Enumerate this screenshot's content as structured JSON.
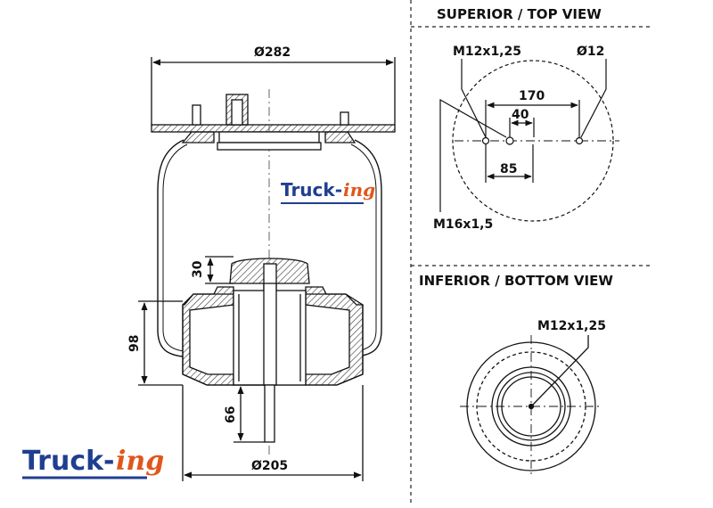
{
  "views": {
    "top_title": "SUPERIOR / TOP VIEW",
    "bottom_title": "INFERIOR / BOTTOM VIEW"
  },
  "side_view": {
    "top_plate_diameter": "Ø282",
    "piston_diameter": "Ø205",
    "overall_piston_height": "98",
    "bumper_height": "30",
    "stud_length": "66"
  },
  "top_view": {
    "thread_left": "M12x1,25",
    "hole_right": "Ø12",
    "center_thread": "M16x1,5",
    "dim_outer_spacing": "170",
    "dim_inner_spacing": "40",
    "dim_half_spacing": "85"
  },
  "bottom_view": {
    "thread": "M12x1,25"
  },
  "brand": {
    "part1": "Truck-",
    "part2": "ing",
    "primary_color": "#1f3f8f",
    "accent_color": "#e0561c"
  }
}
